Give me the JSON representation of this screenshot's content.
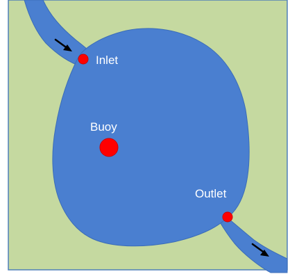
{
  "diagram": {
    "colors": {
      "land": "#c5d9a0",
      "water": "#4a7fd0",
      "water_outline": "#3a6cb8",
      "frame": "#4f7fb8",
      "marker": "#ff0000",
      "arrow": "#000000",
      "label_text": "#ffffff"
    },
    "labels": {
      "inlet": "Inlet",
      "buoy": "Buoy",
      "outlet": "Outlet"
    },
    "icons": {
      "inflow_arrow": "arrow-down-right",
      "outflow_arrow": "arrow-down-right",
      "marker": "red-circle"
    }
  }
}
